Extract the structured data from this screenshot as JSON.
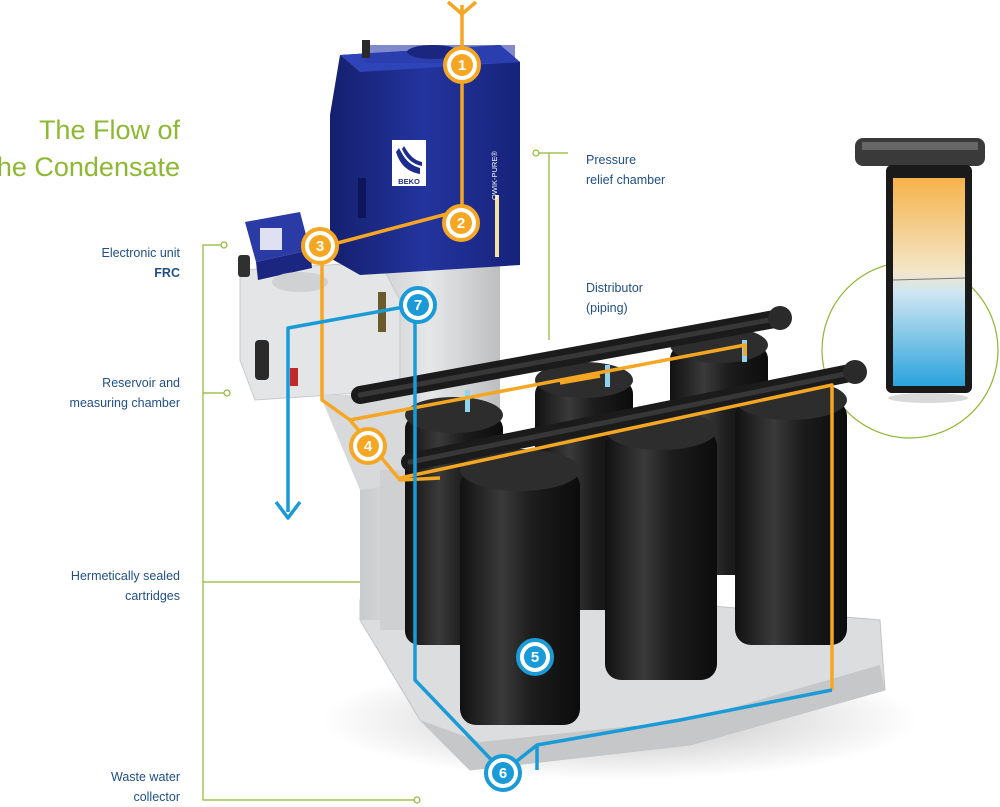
{
  "title": {
    "line1": "The Flow of",
    "line2": "the Condensate"
  },
  "labels": {
    "electronic_unit": {
      "line1": "Electronic unit",
      "line2": "FRC"
    },
    "reservoir": {
      "line1": "Reservoir and",
      "line2": "measuring chamber"
    },
    "cartridges": {
      "line1": "Hermetically sealed",
      "line2": "cartridges"
    },
    "waste_water": {
      "line1": "Waste water",
      "line2": "collector"
    },
    "pressure_relief": {
      "line1": "Pressure",
      "line2": "relief chamber"
    },
    "distributor": {
      "line1": "Distributor",
      "line2": "(piping)"
    }
  },
  "device": {
    "brand": "BEKO",
    "model": "QWIK-PURE®"
  },
  "steps": [
    {
      "number": "1",
      "flow": "inlet"
    },
    {
      "number": "2",
      "flow": "inlet"
    },
    {
      "number": "3",
      "flow": "inlet"
    },
    {
      "number": "4",
      "flow": "inlet"
    },
    {
      "number": "5",
      "flow": "clean"
    },
    {
      "number": "6",
      "flow": "clean"
    },
    {
      "number": "7",
      "flow": "clean"
    }
  ],
  "colors": {
    "title": "#8db832",
    "label_text": "#1f4f86",
    "leader_line": "#8db832",
    "condensate_flow": "#f5a623",
    "clean_water_flow": "#1a9bd7",
    "unit_housing": "#1d2c8f",
    "cartridge": "#222222",
    "base": "#d9dadb"
  }
}
